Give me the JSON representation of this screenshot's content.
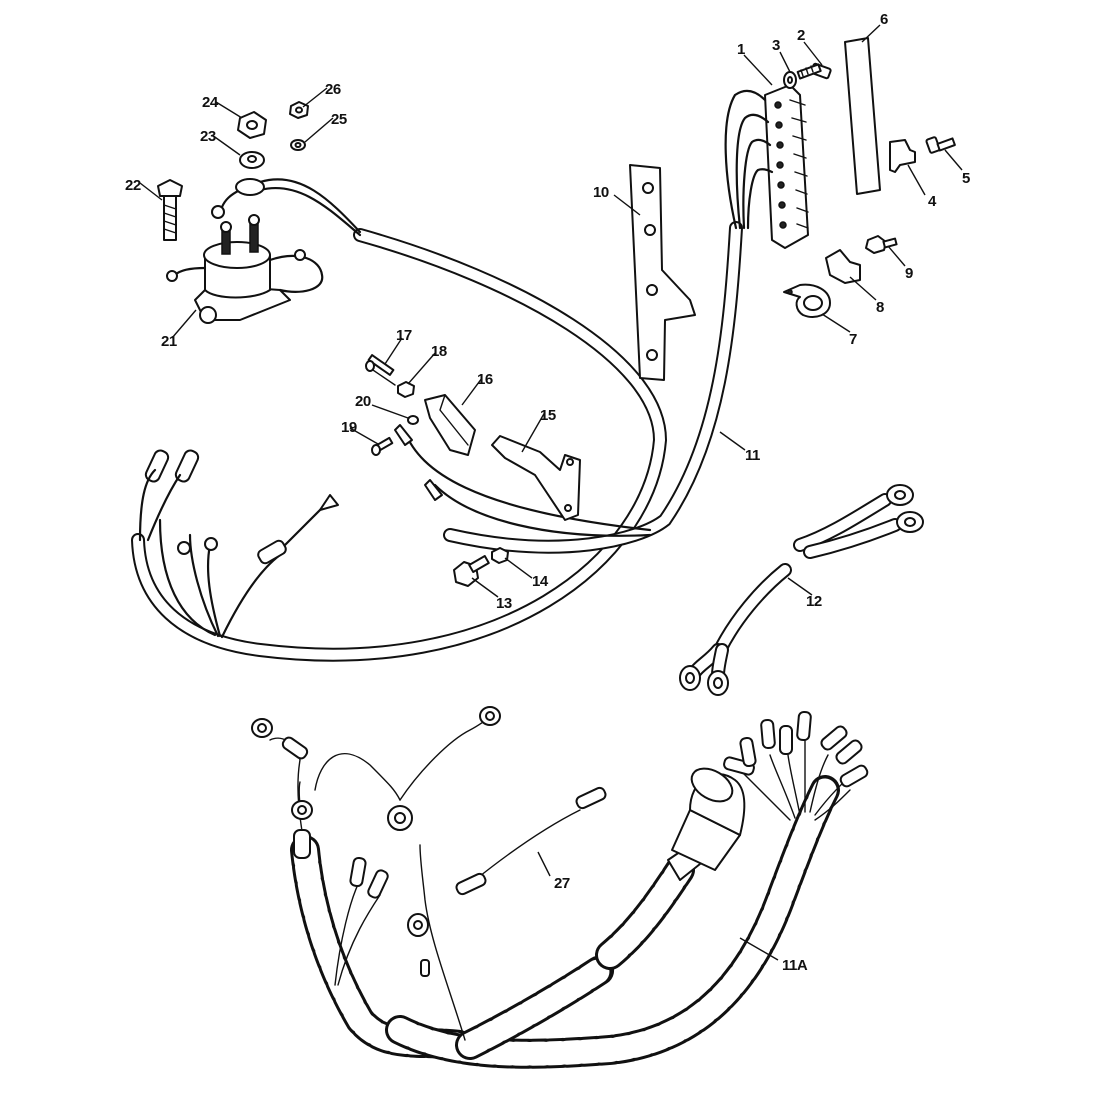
{
  "callouts": [
    {
      "id": "c1",
      "text": "1"
    },
    {
      "id": "c2",
      "text": "2"
    },
    {
      "id": "c3",
      "text": "3"
    },
    {
      "id": "c4",
      "text": "4"
    },
    {
      "id": "c5",
      "text": "5"
    },
    {
      "id": "c6",
      "text": "6"
    },
    {
      "id": "c7",
      "text": "7"
    },
    {
      "id": "c8",
      "text": "8"
    },
    {
      "id": "c9",
      "text": "9"
    },
    {
      "id": "c10",
      "text": "10"
    },
    {
      "id": "c11",
      "text": "11"
    },
    {
      "id": "c12",
      "text": "12"
    },
    {
      "id": "c13",
      "text": "13"
    },
    {
      "id": "c14",
      "text": "14"
    },
    {
      "id": "c15",
      "text": "15"
    },
    {
      "id": "c16",
      "text": "16"
    },
    {
      "id": "c17",
      "text": "17"
    },
    {
      "id": "c18",
      "text": "18"
    },
    {
      "id": "c19",
      "text": "19"
    },
    {
      "id": "c20",
      "text": "20"
    },
    {
      "id": "c21",
      "text": "21"
    },
    {
      "id": "c22",
      "text": "22"
    },
    {
      "id": "c23",
      "text": "23"
    },
    {
      "id": "c24",
      "text": "24"
    },
    {
      "id": "c25",
      "text": "25"
    },
    {
      "id": "c26",
      "text": "26"
    },
    {
      "id": "c27",
      "text": "27"
    },
    {
      "id": "c11a",
      "text": "11A"
    }
  ]
}
